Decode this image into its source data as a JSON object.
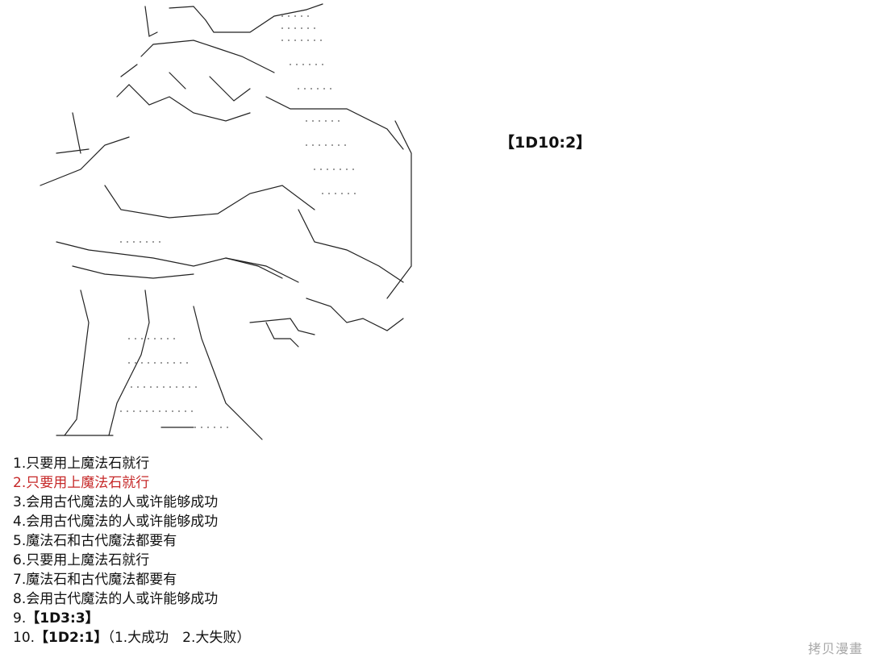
{
  "dice": {
    "result": "【1D10:2】"
  },
  "options": [
    {
      "text": "1.只要用上魔法石就行",
      "selected": false
    },
    {
      "text": "2.只要用上魔法石就行",
      "selected": true
    },
    {
      "text": "3.会用古代魔法的人或许能够成功",
      "selected": false
    },
    {
      "text": "4.会用古代魔法的人或许能够成功",
      "selected": false
    },
    {
      "text": "5.魔法石和古代魔法都要有",
      "selected": false
    },
    {
      "text": "6.只要用上魔法石就行",
      "selected": false
    },
    {
      "text": "7.魔法石和古代魔法都要有",
      "selected": false
    },
    {
      "text": "8.会用古代魔法的人或许能够成功",
      "selected": false
    }
  ],
  "extra_lines": {
    "line9_prefix": "9.",
    "line9_roll": "【1D3:3】",
    "line10_prefix": "10.",
    "line10_roll": "【1D2:1】",
    "line10_suffix": "（1.大成功　2.大失败）"
  },
  "watermark": {
    "text": "拷贝漫畫"
  },
  "colors": {
    "selected": "#c62828",
    "text": "#111111",
    "watermark": "#a8a8a8"
  }
}
